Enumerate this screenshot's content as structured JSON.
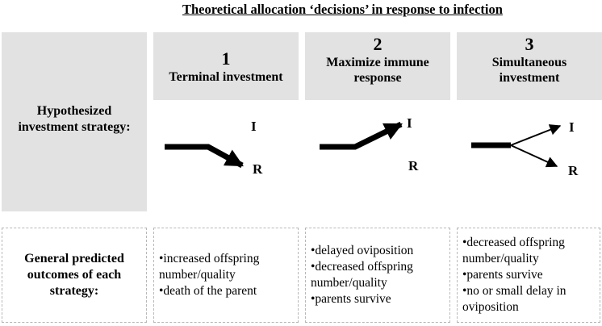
{
  "title": "Theoretical allocation ‘decisions’ in response to infection",
  "row_labels": {
    "strategy": [
      "Hypothesized",
      "investment strategy:"
    ],
    "outcomes": [
      "General predicted",
      "outcomes of each",
      "strategy:"
    ]
  },
  "strategies": [
    {
      "number": "1",
      "name": [
        "Terminal investment"
      ],
      "label_i": "I",
      "label_r": "R",
      "outcomes": [
        "•increased offspring",
        "number/quality",
        "•death of the parent"
      ]
    },
    {
      "number": "2",
      "name": [
        "Maximize immune",
        "response"
      ],
      "label_i": "I",
      "label_r": "R",
      "outcomes": [
        "•delayed oviposition",
        "•decreased offspring",
        "number/quality",
        "•parents survive"
      ]
    },
    {
      "number": "3",
      "name": [
        "Simultaneous",
        "investment"
      ],
      "label_i": "I",
      "label_r": "R",
      "outcomes": [
        "•decreased offspring",
        "number/quality",
        "•parents survive",
        "•no or small delay in",
        "oviposition"
      ]
    }
  ]
}
